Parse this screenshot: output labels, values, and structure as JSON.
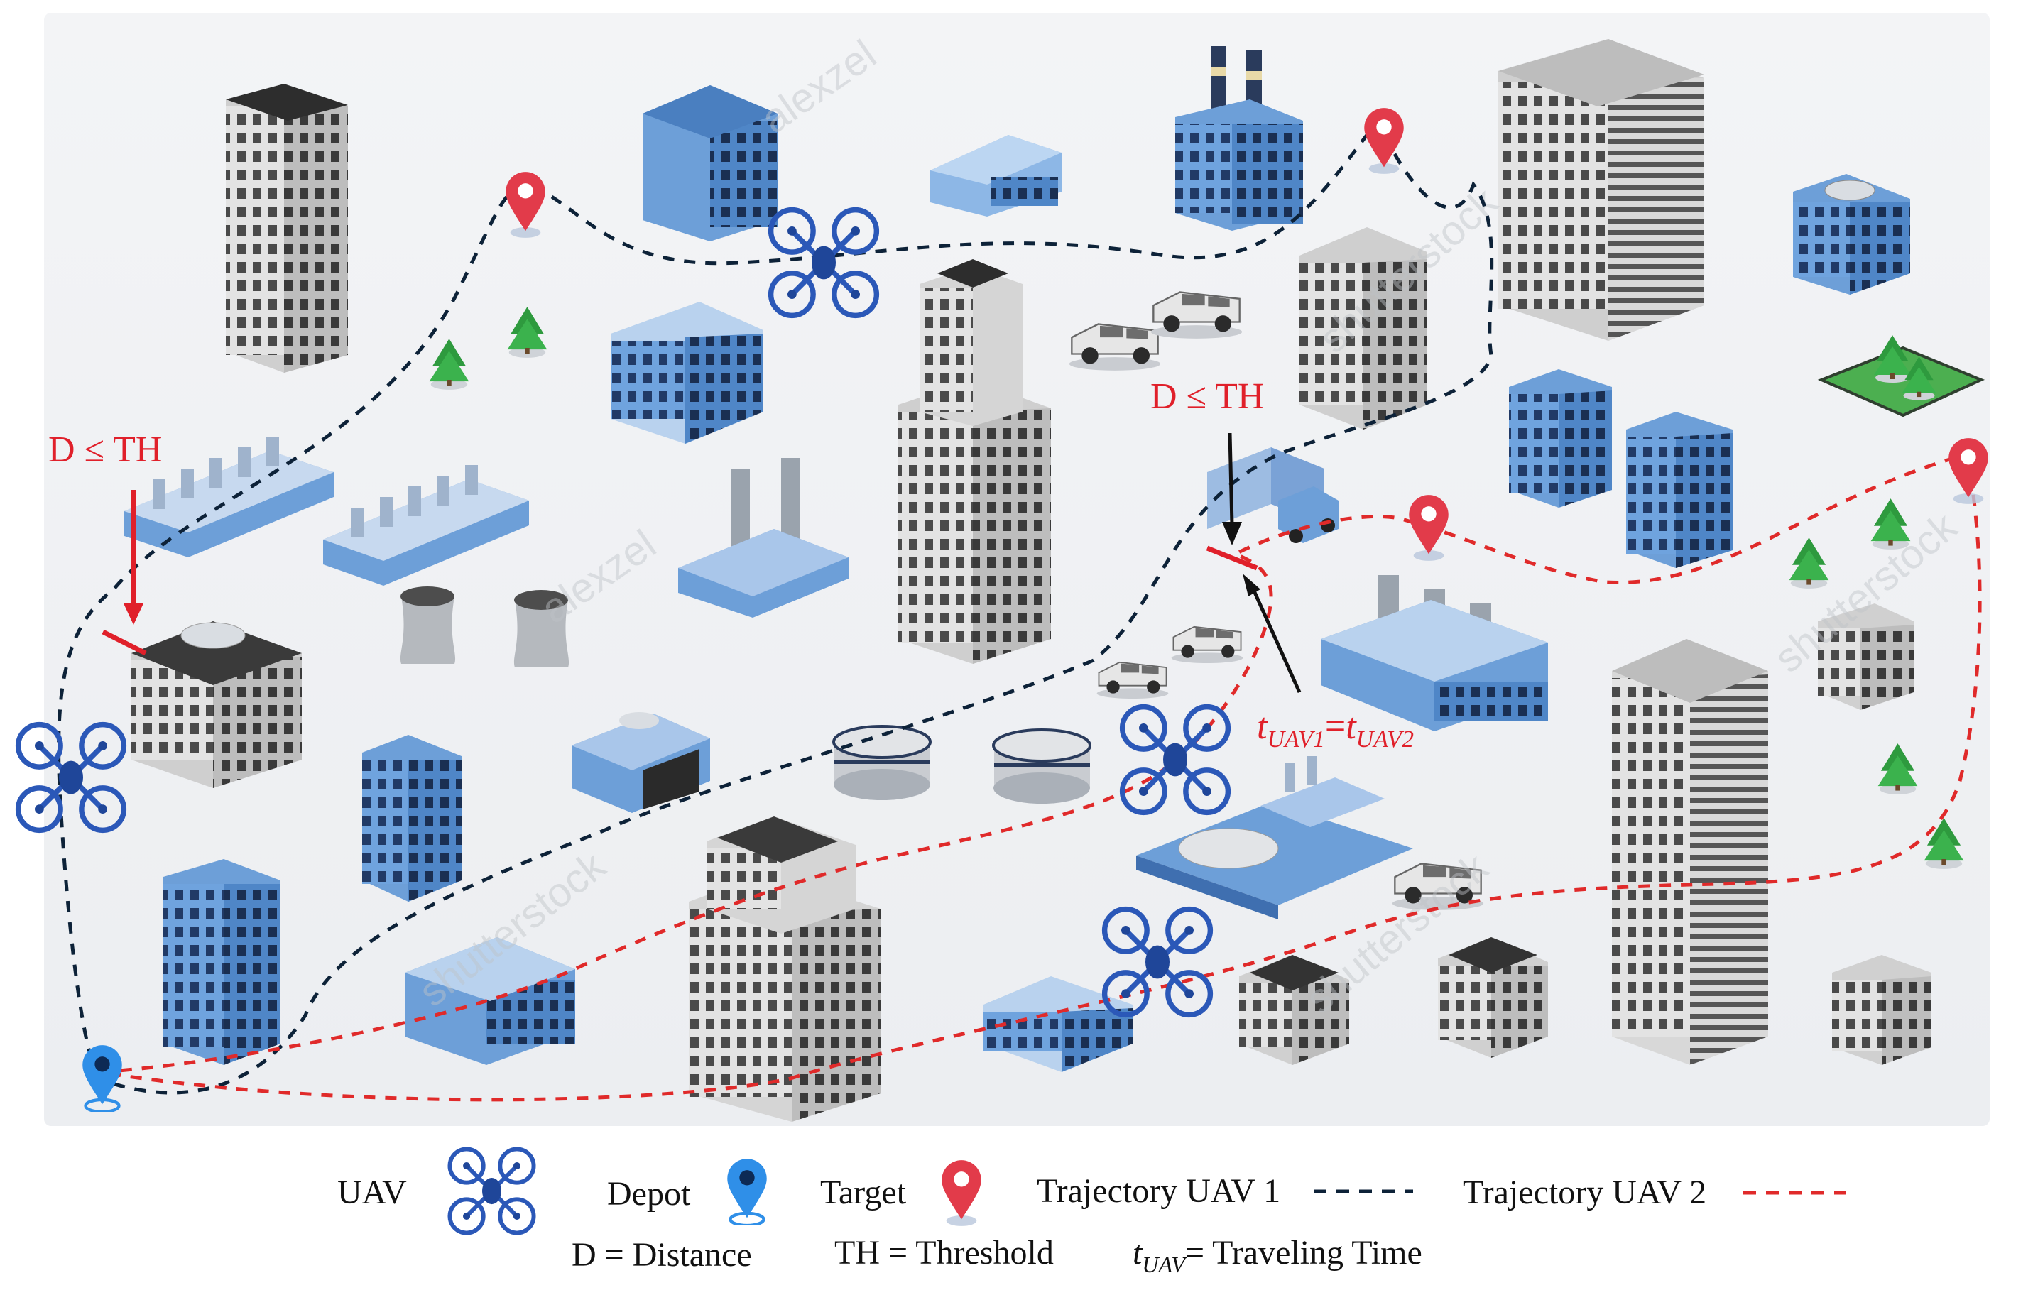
{
  "annotations": {
    "left_condition": "D ≤ TH",
    "center_condition": "D ≤ TH",
    "time_equality_t1": "t",
    "time_equality_sub1": "UAV1",
    "time_equality_eq": "=",
    "time_equality_t2": "t",
    "time_equality_sub2": "UAV2"
  },
  "legend": {
    "uav_label": "UAV",
    "depot_label": "Depot",
    "target_label": "Target",
    "trajectory1_label": "Trajectory  UAV 1",
    "trajectory2_label": "Trajectory  UAV 2",
    "distance_def": "D = Distance",
    "threshold_def": "TH = Threshold",
    "time_symbol": "t",
    "time_sub": "UAV",
    "time_def": "= Traveling Time"
  },
  "watermarks": [
    "shutterstock",
    "shutterstock",
    "shutterstock",
    "shutterstock",
    "alexzel",
    "alexzel"
  ],
  "colors": {
    "uav1_path": "#0d2238",
    "uav2_path": "#e02a2a",
    "annotation_red": "#e0202a",
    "uav_icon": "#2b58b8",
    "depot_pin": "#2f8fe8",
    "target_pin": "#e23b4a",
    "building_blue": "#6d9fd8",
    "building_gray": "#d8d8d8"
  },
  "icons": [
    "uav-drone-icon",
    "depot-pin-icon",
    "target-pin-icon"
  ]
}
